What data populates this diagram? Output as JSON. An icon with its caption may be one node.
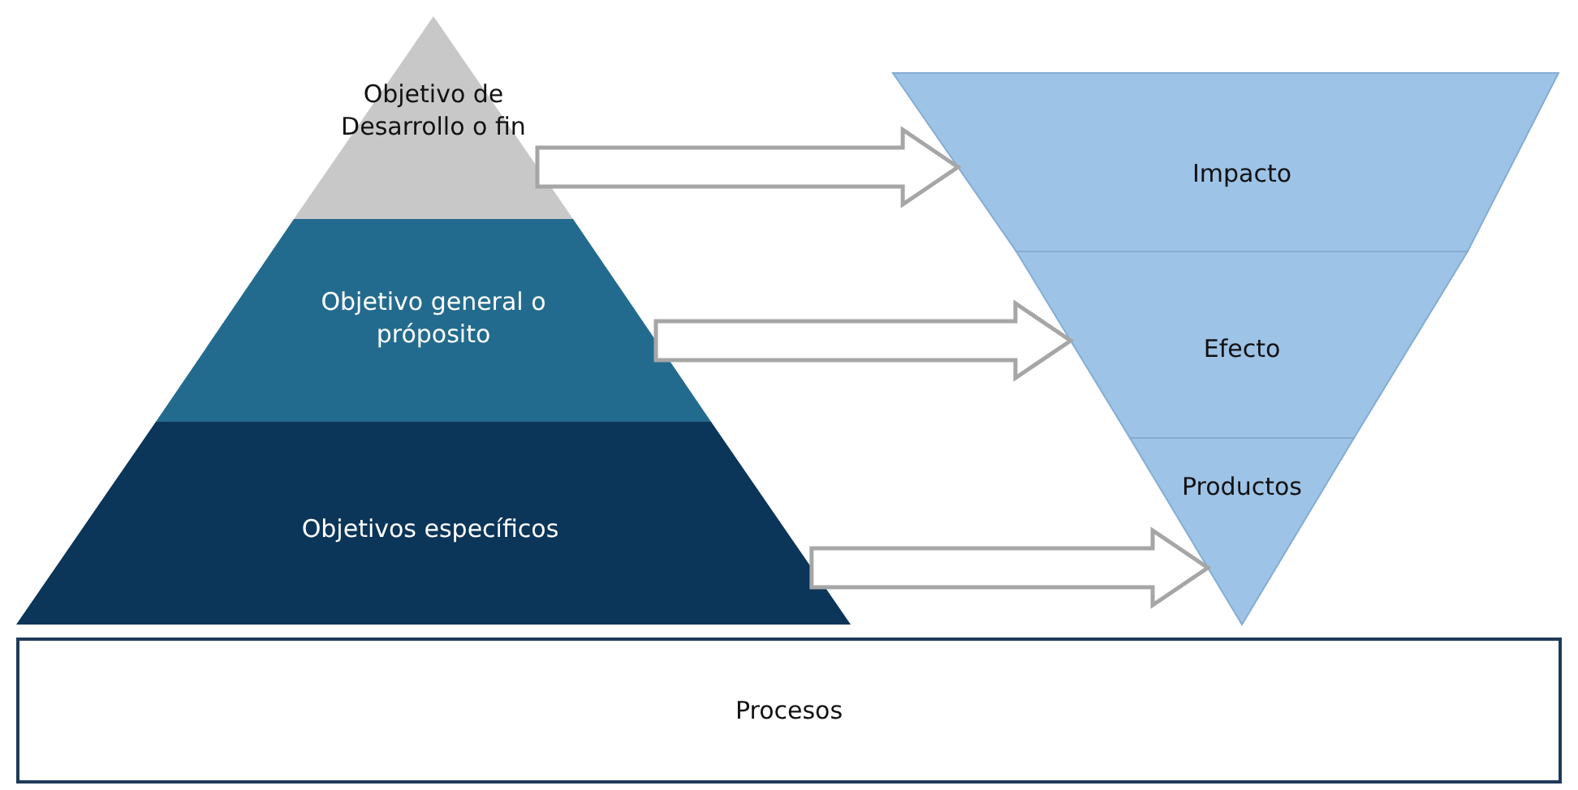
{
  "diagram": {
    "nodes": [
      {
        "text": [
          "Objetivo de Desarrollo o fin"
        ]
      },
      {
        "text": [
          "Objetivo general o próposito"
        ]
      },
      {
        "text": [
          "Objetivos específicos"
        ]
      },
      {
        "text": [
          "Impacto"
        ]
      },
      {
        "text": [
          "Efecto"
        ]
      },
      {
        "text": [
          "Productos"
        ]
      },
      {
        "text": [
          "Procesos"
        ]
      }
    ],
    "edges": [
      {
        "from": 0,
        "to": 3,
        "arrow": "to"
      },
      {
        "from": 1,
        "to": 4,
        "arrow": "to"
      },
      {
        "from": 2,
        "to": 5,
        "arrow": "to"
      }
    ]
  }
}
